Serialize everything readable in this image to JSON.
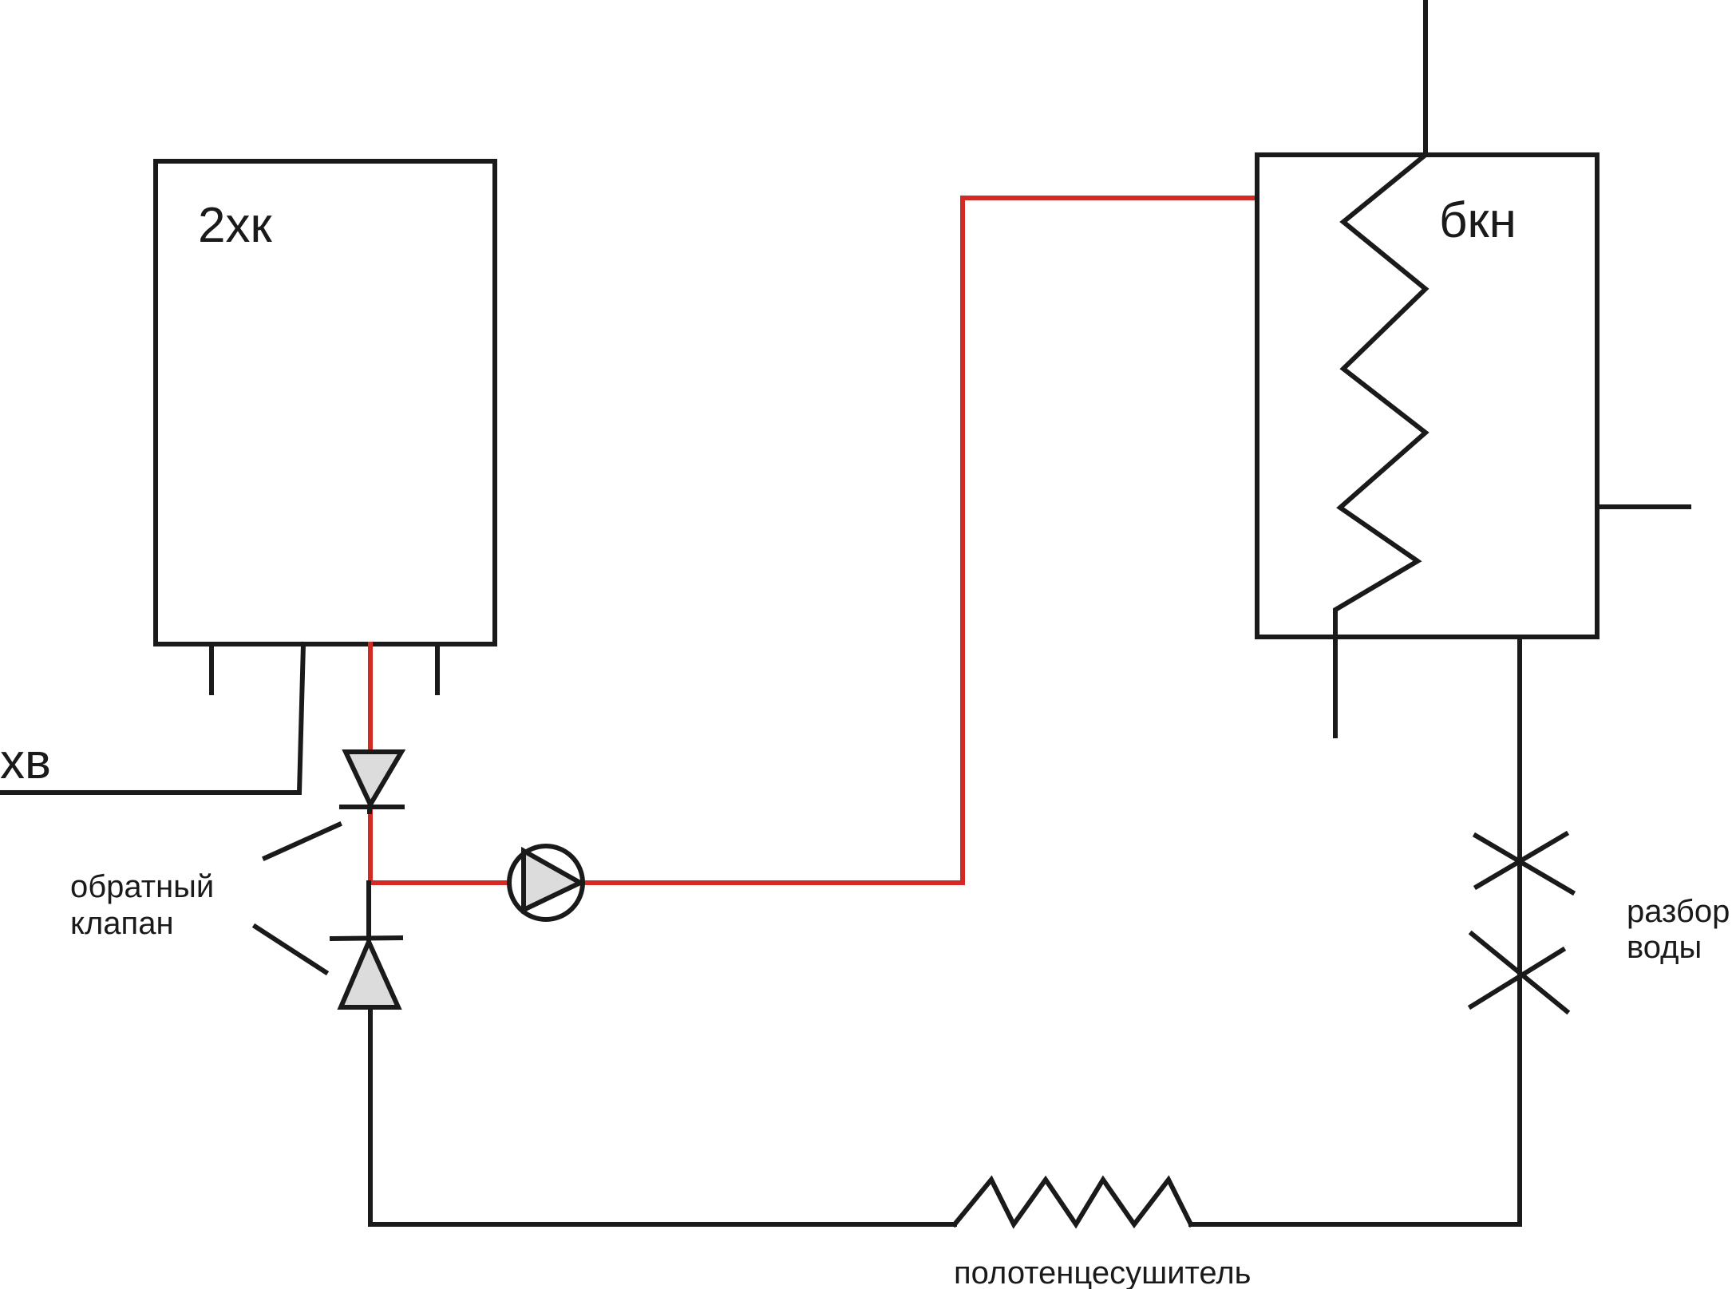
{
  "labels": {
    "boiler": "2хк",
    "tank": "бкн",
    "cold_water": "хв",
    "check_valve_line1": "обратный",
    "check_valve_line2": "клапан",
    "water_draw_line1": "разбор",
    "water_draw_line2": "воды",
    "towel_dryer": "полотенцесушитель"
  },
  "colors": {
    "pipe_black": "#1a1a1a",
    "pipe_red": "#d42a25",
    "valve_fill": "#dcdcdc",
    "background": "#ffffff"
  },
  "icons": {
    "pump": "pump-icon",
    "check_valve": "check-valve-icon",
    "tap": "tap-icon",
    "coil": "heat-exchanger-coil-icon",
    "towel_dryer": "towel-dryer-icon"
  }
}
